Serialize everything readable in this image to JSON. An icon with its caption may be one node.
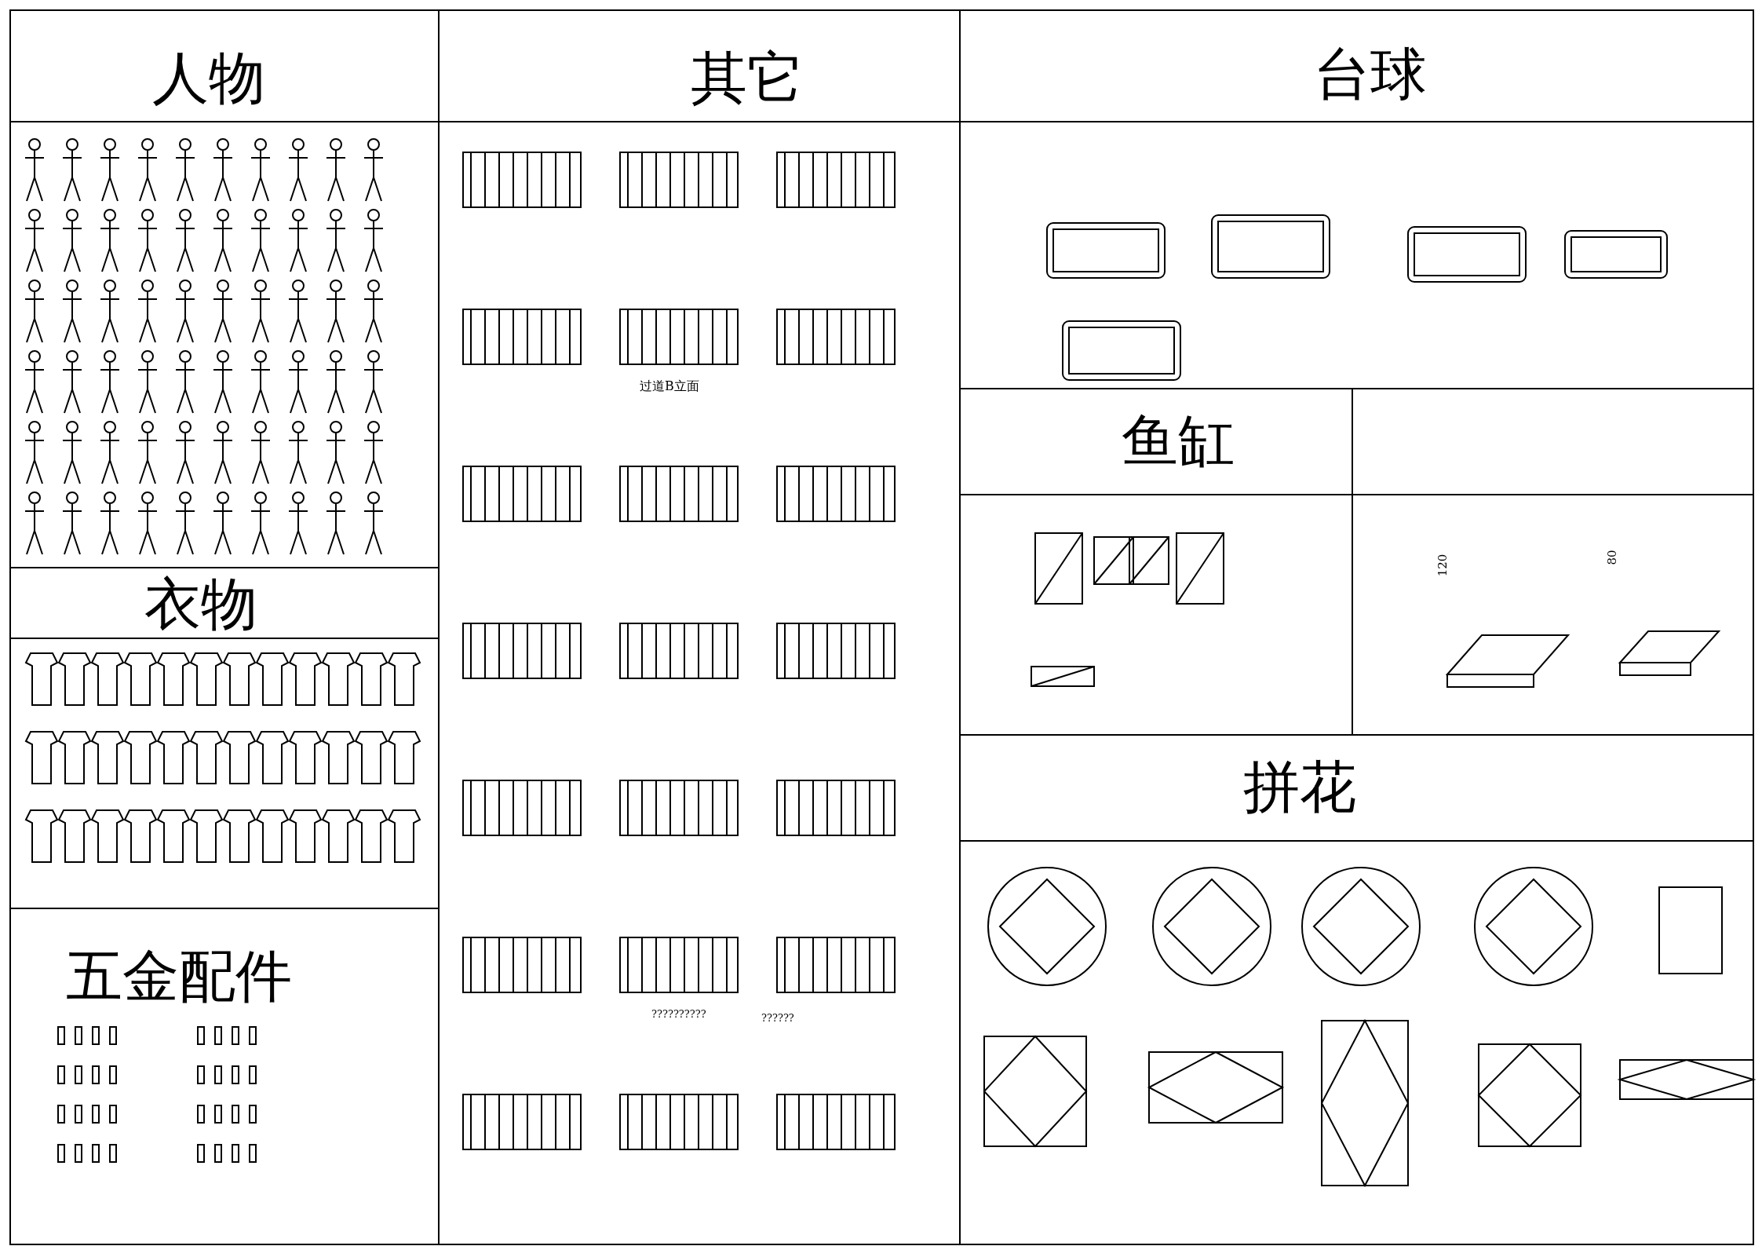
{
  "diagram": {
    "nodes": [
      {
        "text": [
          "人物"
        ]
      },
      {
        "text": [
          "衣物"
        ]
      },
      {
        "text": [
          "五金配件"
        ]
      },
      {
        "text": [
          "其它"
        ]
      },
      {
        "text": [
          "台球"
        ]
      },
      {
        "text": [
          "鱼缸"
        ]
      },
      {
        "text": [],
        "shape": "box"
      },
      {
        "text": [
          "拼花"
        ]
      }
    ],
    "edges": [],
    "labels": [
      "过道B立面",
      "120",
      "80",
      "??????????",
      "??????"
    ]
  }
}
